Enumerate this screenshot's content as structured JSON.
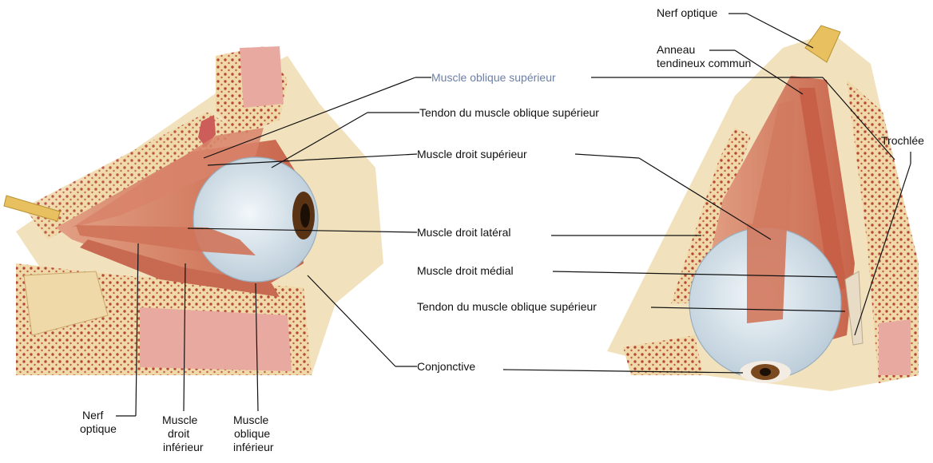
{
  "labels": {
    "muscle_oblique_sup": "Muscle oblique supérieur",
    "tendon_oblique_sup_left": "Tendon du muscle oblique supérieur",
    "muscle_droit_sup": "Muscle droit supérieur",
    "muscle_droit_lat": "Muscle droit latéral",
    "muscle_droit_med": "Muscle droit médial",
    "tendon_oblique_sup_right": "Tendon du muscle oblique supérieur",
    "conjonctive": "Conjonctive",
    "nerf_optique_top": "Nerf optique",
    "anneau_1": "Anneau",
    "anneau_2": "tendineux commun",
    "trochlee": "Trochlée",
    "nerf_optique_b1": "Nerf",
    "nerf_optique_b2": "optique",
    "droit_inf_1": "Muscle",
    "droit_inf_2": "droit",
    "droit_inf_3": "inférieur",
    "oblique_inf_1": "Muscle",
    "oblique_inf_2": "oblique",
    "oblique_inf_3": "inférieur"
  },
  "colors": {
    "bone": "#efd9a8",
    "bone_dots": "#b8463a",
    "muscle": "#d9785e",
    "muscle_dark": "#b9533e",
    "sclera": "#dfeaf0",
    "iris": "#7a4a1e",
    "nerve": "#e8c060",
    "sinus": "#e8a9a0"
  }
}
